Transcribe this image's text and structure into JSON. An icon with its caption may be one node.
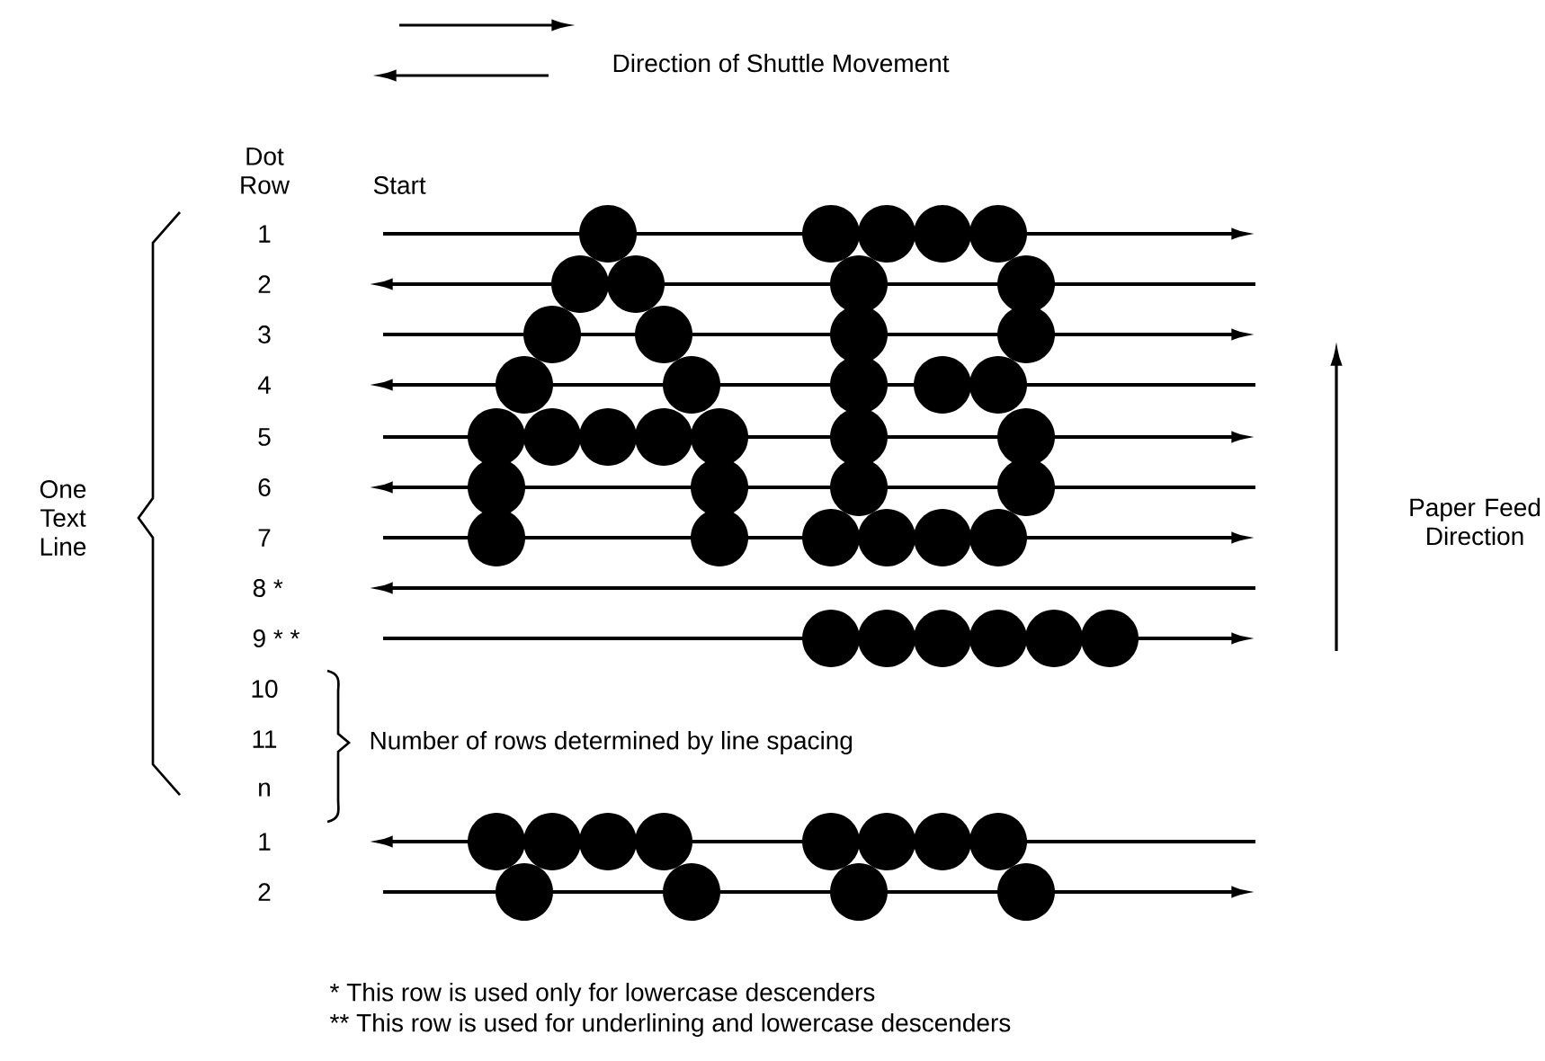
{
  "diagram": {
    "labels": [
      "Direction of Shuttle Movement",
      "Dot Row",
      "Start",
      "1",
      "2",
      "3",
      "4",
      "5",
      "6",
      "7",
      "8 *",
      "9 * *",
      "10",
      "11",
      "n",
      "1",
      "2",
      "One Text Line",
      "Number of rows determined by line spacing",
      "Paper Feed Direction",
      "* This row is used only for lowercase descenders",
      "** This row is used for underlining and lowercase descenders"
    ]
  }
}
